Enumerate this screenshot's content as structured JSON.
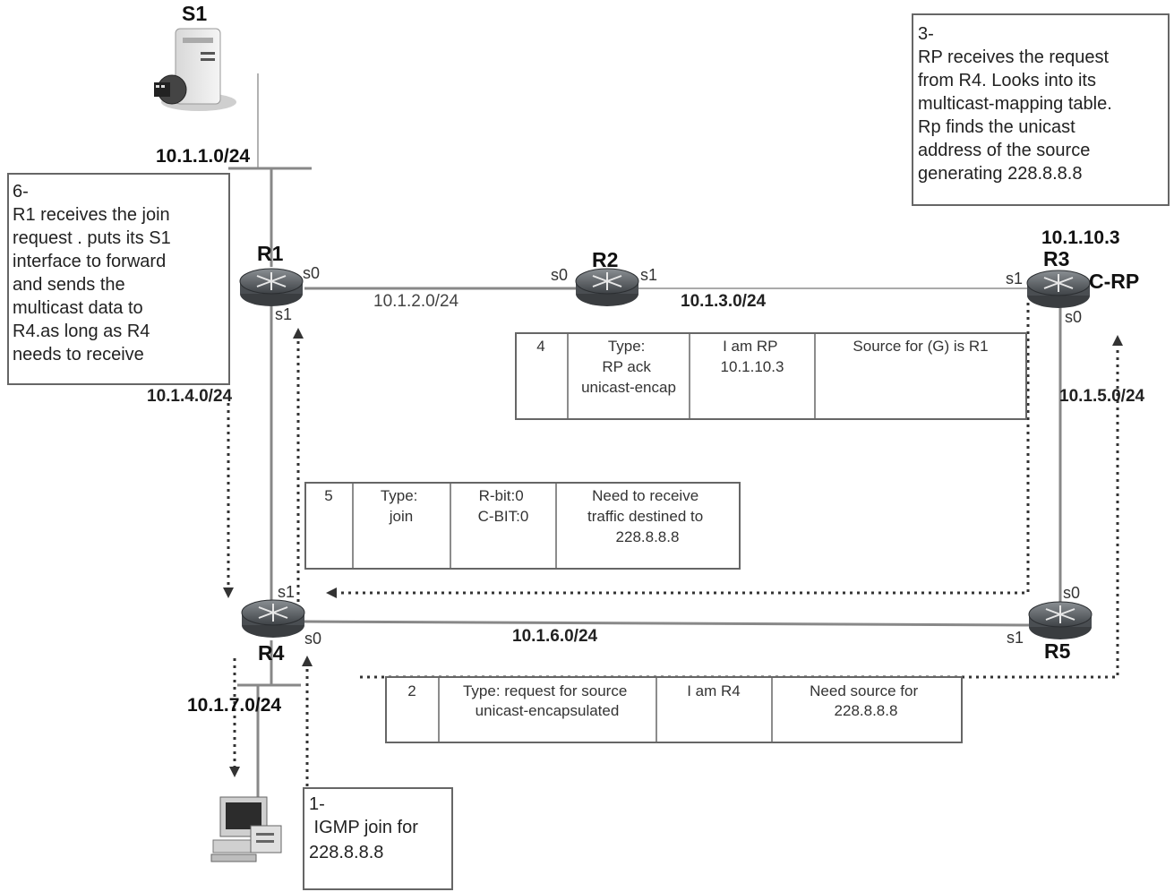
{
  "server": {
    "label": "S1"
  },
  "subnets": {
    "n1": "10.1.1.0/24",
    "n2": "10.1.2.0/24",
    "n3": "10.1.3.0/24",
    "n4": "10.1.4.0/24",
    "n5": "10.1.5.0/24",
    "n6": "10.1.6.0/24",
    "n7": "10.1.7.0/24"
  },
  "routers": {
    "r1": {
      "name": "R1",
      "s0": "s0",
      "s1": "s1"
    },
    "r2": {
      "name": "R2",
      "s0": "s0",
      "s1": "s1"
    },
    "r3": {
      "name": "R3",
      "s0": "s0",
      "s1": "s1",
      "role": "C-RP",
      "address": "10.1.10.3"
    },
    "r4": {
      "name": "R4",
      "s0": "s0",
      "s1": "s1"
    },
    "r5": {
      "name": "R5",
      "s0": "s0",
      "s1": "s1"
    }
  },
  "notes": {
    "n3": [
      "3-",
      "RP receives the request",
      "from R4. Looks into its",
      "multicast-mapping table.",
      "Rp finds the unicast",
      "address of the source",
      "generating 228.8.8.8"
    ],
    "n6": [
      "6-",
      "R1 receives the join",
      "request . puts its S1",
      "interface to forward",
      "and sends the",
      "multicast data to",
      "R4.as long as R4",
      "needs to receive"
    ],
    "n1": [
      "1-",
      " IGMP join for",
      "228.8.8.8"
    ]
  },
  "messages": {
    "m4": {
      "num": "4",
      "type": [
        "Type:",
        "RP ack",
        "unicast-encap"
      ],
      "info": [
        "I am  RP",
        "10.1.10.3"
      ],
      "desc": [
        "Source for (G) is R1"
      ]
    },
    "m5": {
      "num": "5",
      "type": [
        "Type:",
        "join"
      ],
      "info": [
        "R-bit:0",
        "C-BIT:0"
      ],
      "desc": [
        "Need to receive",
        "traffic destined to",
        "228.8.8.8"
      ]
    },
    "m2": {
      "num": "2",
      "type": [
        "Type: request for source",
        "unicast-encapsulated"
      ],
      "info": [
        "I am  R4"
      ],
      "desc": [
        "Need source for",
        "228.8.8.8"
      ]
    }
  },
  "colors": {
    "router_body": "#5a5f63",
    "line": "#777777",
    "box_border": "#6b6b6b"
  }
}
